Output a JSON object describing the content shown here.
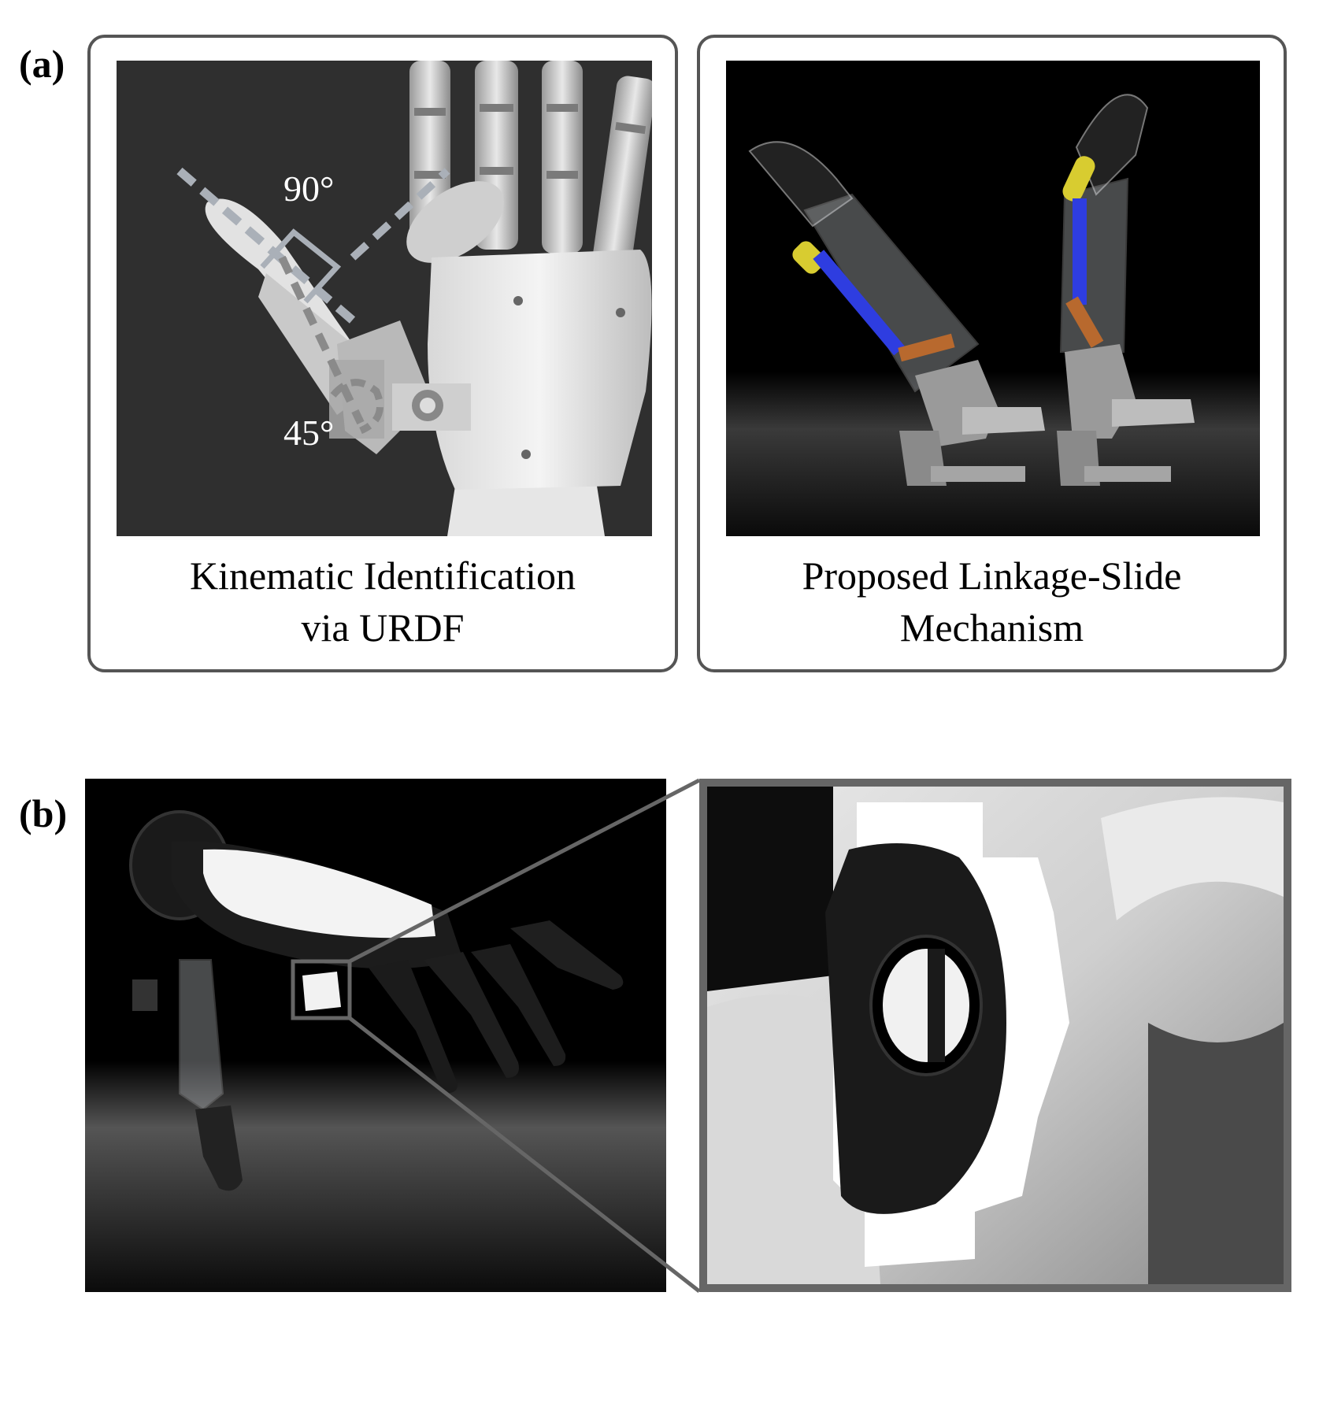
{
  "panel_a": {
    "label": "(a)",
    "left_card": {
      "caption_line1": "Kinematic Identification",
      "caption_line2": "via URDF",
      "angle_top": "90°",
      "angle_bottom": "45°"
    },
    "right_card": {
      "caption_line1": "Proposed Linkage-Slide",
      "caption_line2": "Mechanism"
    }
  },
  "panel_b": {
    "label": "(b)"
  },
  "colors": {
    "linkage_yellow": "#d8cc30",
    "linkage_blue": "#2e3de0",
    "linkage_orange": "#b8692e",
    "frame_gray": "#555555",
    "render_background": "#2f2f2f"
  }
}
